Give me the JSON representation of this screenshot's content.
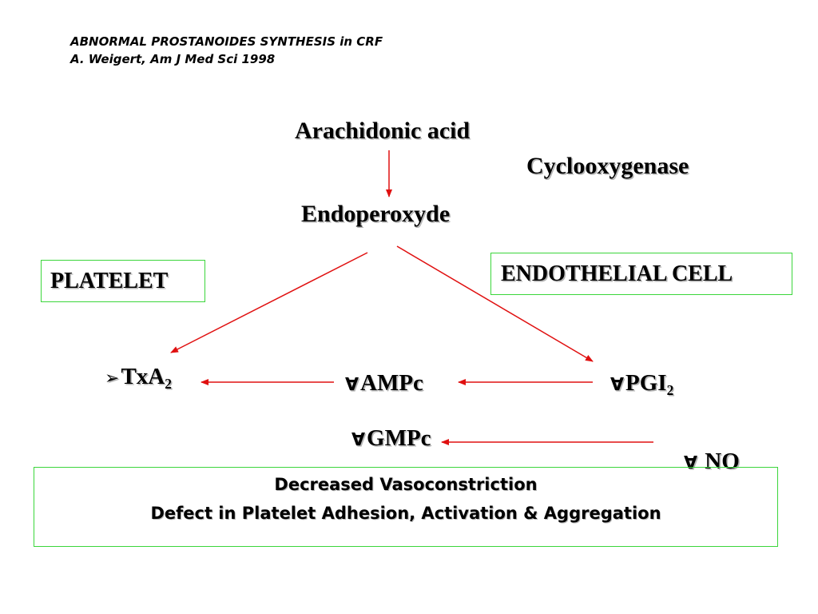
{
  "header": {
    "title": "ABNORMAL PROSTANOIDES SYNTHESIS in CRF",
    "citation": "A. Weigert, Am J  Med Sci 1998"
  },
  "pathway": {
    "arachidonic_acid": "Arachidonic acid",
    "enzyme": "Cyclooxygenase",
    "endoperoxyde": "Endoperoxyde"
  },
  "compartments": {
    "platelet": "PLATELET",
    "endothelial_cell": "ENDOTHELIAL CELL"
  },
  "mediators": {
    "txa2": {
      "marker": "➢",
      "base": "TxA",
      "sub": "2"
    },
    "ampc": {
      "marker": "∀",
      "label": "AMPc"
    },
    "pgi2": {
      "marker": "∀",
      "base": "PGI",
      "sub": "2"
    },
    "gmpc": {
      "marker": "∀",
      "label": "GMPc"
    },
    "no": {
      "marker": "∀",
      "label": " NO"
    }
  },
  "outcome": {
    "line1": "Decreased Vasoconstriction",
    "line2": "Defect in Platelet Adhesion, Activation & Aggregation"
  },
  "colors": {
    "arrow": "#e01010",
    "box_border": "#3bd63b"
  }
}
